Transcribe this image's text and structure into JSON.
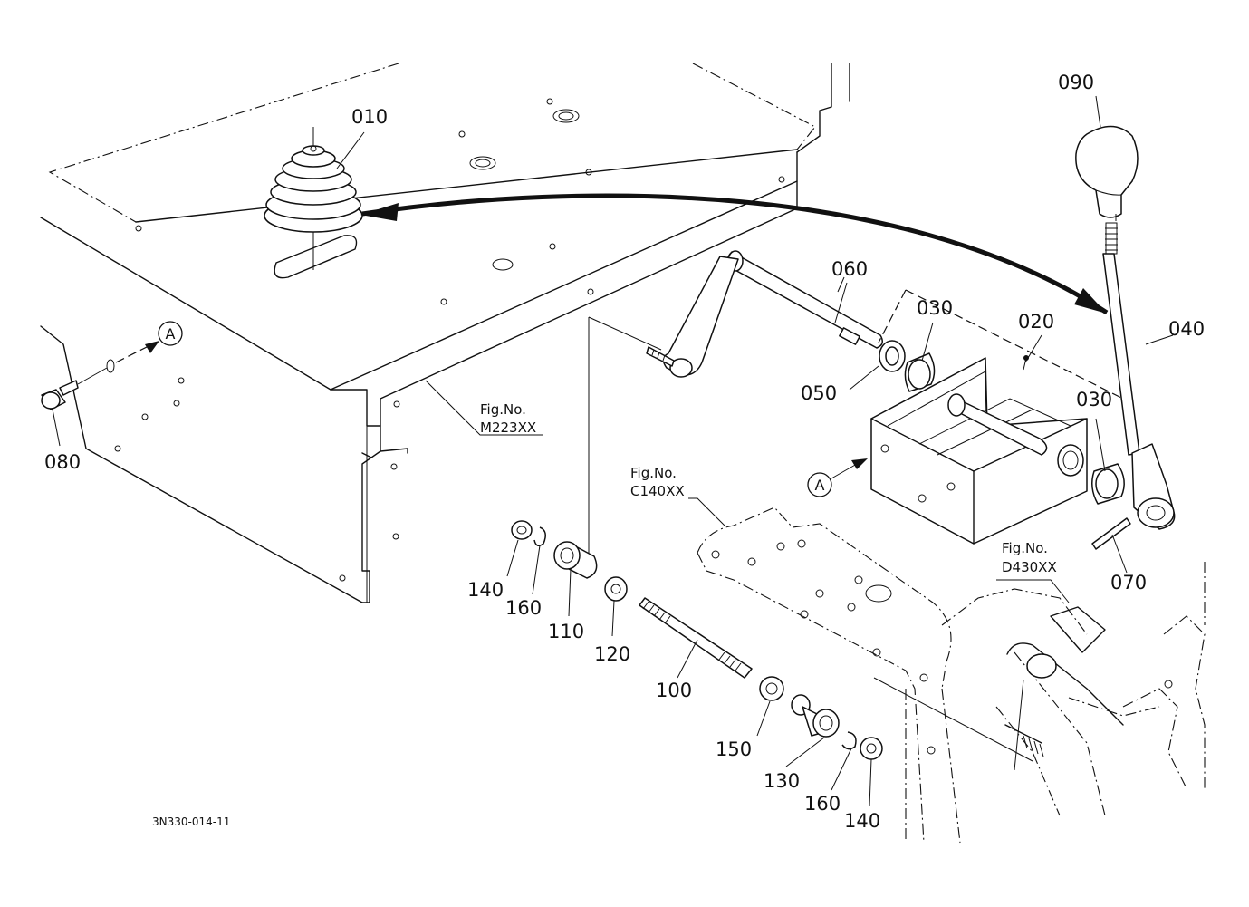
{
  "labels": {
    "p010": "010",
    "p020": "020",
    "p030a": "030",
    "p030b": "030",
    "p040": "040",
    "p050": "050",
    "p060": "060",
    "p070": "070",
    "p080": "080",
    "p090": "090",
    "p100": "100",
    "p110": "110",
    "p120": "120",
    "p130": "130",
    "p140a": "140",
    "p140b": "140",
    "p150": "150",
    "p160a": "160",
    "p160b": "160"
  },
  "figure_refs": {
    "m223": {
      "prefix": "Fig.No.",
      "code": "M223XX"
    },
    "c140": {
      "prefix": "Fig.No.",
      "code": "C140XX"
    },
    "d430": {
      "prefix": "Fig.No.",
      "code": "D430XX"
    }
  },
  "markers": {
    "a1": "A",
    "a2": "A"
  },
  "drawing_code": "3N330-014-11"
}
